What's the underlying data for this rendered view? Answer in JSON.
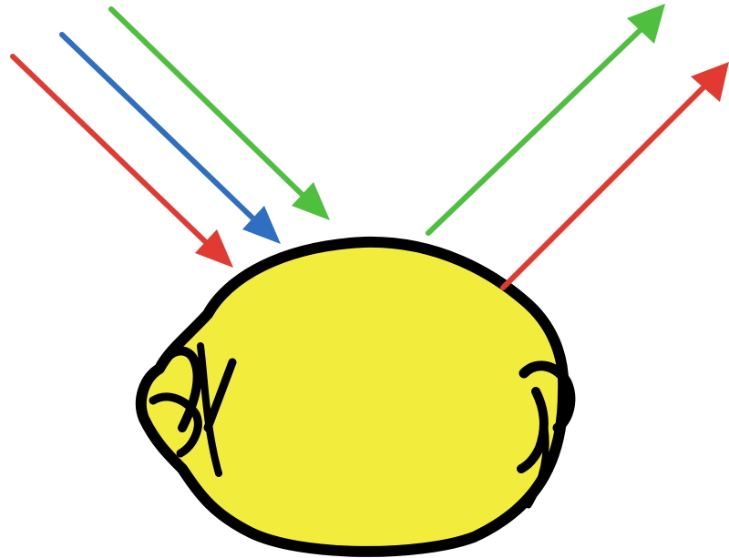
{
  "diagram": {
    "subject": "lemon",
    "colors": {
      "background": "#ffffff",
      "lemon_fill": "#f2ec3c",
      "outline": "#000000",
      "red": "#e03a33",
      "blue": "#2f6fc1",
      "green": "#4fbf3f"
    },
    "incoming_rays": [
      {
        "color": "red"
      },
      {
        "color": "blue"
      },
      {
        "color": "green"
      }
    ],
    "reflected_rays": [
      {
        "color": "green"
      },
      {
        "color": "red"
      }
    ]
  }
}
